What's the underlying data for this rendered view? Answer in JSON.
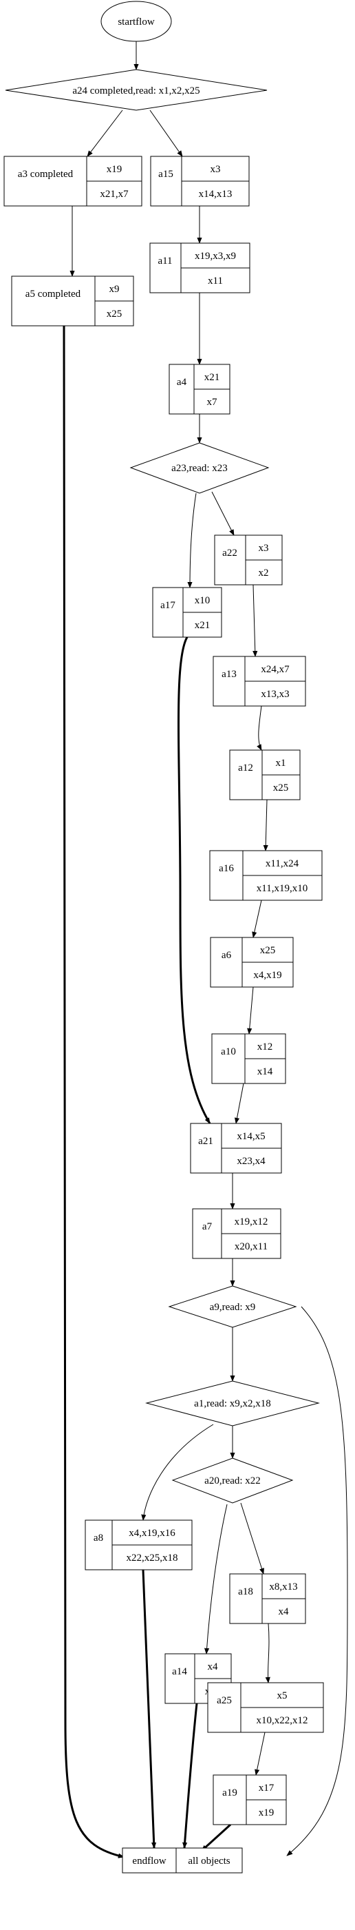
{
  "start": "startflow",
  "decisions": {
    "d_a24": "a24 completed,read: x1,x2,x25",
    "d_a23": "a23,read: x23",
    "d_a9": "a9,read: x9",
    "d_a1": "a1,read: x9,x2,x18",
    "d_a20": "a20,read: x22"
  },
  "nodes": {
    "a3": {
      "name": "a3 completed",
      "top": "x19",
      "bottom": "x21,x7"
    },
    "a5": {
      "name": "a5 completed",
      "top": "x9",
      "bottom": "x25"
    },
    "a15": {
      "name": "a15",
      "top": "x3",
      "bottom": "x14,x13"
    },
    "a11": {
      "name": "a11",
      "top": "x19,x3,x9",
      "bottom": "x11"
    },
    "a4": {
      "name": "a4",
      "top": "x21",
      "bottom": "x7"
    },
    "a22": {
      "name": "a22",
      "top": "x3",
      "bottom": "x2"
    },
    "a17": {
      "name": "a17",
      "top": "x10",
      "bottom": "x21"
    },
    "a13": {
      "name": "a13",
      "top": "x24,x7",
      "bottom": "x13,x3"
    },
    "a12": {
      "name": "a12",
      "top": "x1",
      "bottom": "x25"
    },
    "a16": {
      "name": "a16",
      "top": "x11,x24",
      "bottom": "x11,x19,x10"
    },
    "a6": {
      "name": "a6",
      "top": "x25",
      "bottom": "x4,x19"
    },
    "a10": {
      "name": "a10",
      "top": "x12",
      "bottom": "x14"
    },
    "a21": {
      "name": "a21",
      "top": "x14,x5",
      "bottom": "x23,x4"
    },
    "a7": {
      "name": "a7",
      "top": "x19,x12",
      "bottom": "x20,x11"
    },
    "a8": {
      "name": "a8",
      "top": "x4,x19,x16",
      "bottom": "x22,x25,x18"
    },
    "a18": {
      "name": "a18",
      "top": "x8,x13",
      "bottom": "x4"
    },
    "a14": {
      "name": "a14",
      "top": "x4",
      "bottom": "x19"
    },
    "a25": {
      "name": "a25",
      "top": "x5",
      "bottom": "x10,x22,x12"
    },
    "a19": {
      "name": "a19",
      "top": "x17",
      "bottom": "x19"
    }
  },
  "end": {
    "name": "endflow",
    "label": "all objects"
  }
}
